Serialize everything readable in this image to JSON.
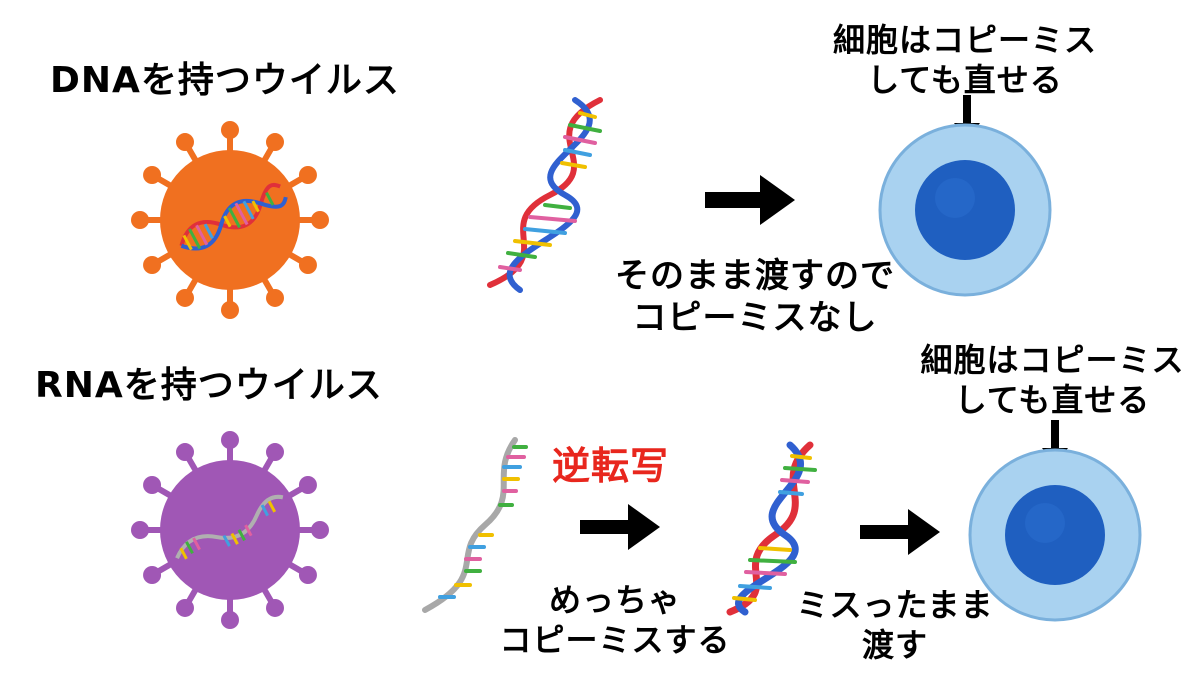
{
  "dna_row": {
    "title": "DNAを持つウイルス",
    "caption_line1": "そのまま渡すので",
    "caption_line2": "コピーミスなし",
    "cell_note_line1": "細胞はコピーミス",
    "cell_note_line2": "しても直せる"
  },
  "rna_row": {
    "title": "RNAを持つウイルス",
    "reverse_transcription": "逆転写",
    "caption_line1": "めっちゃ",
    "caption_line2": "コピーミスする",
    "mistake_line1": "ミスったまま",
    "mistake_line2": "渡す",
    "cell_note_line1": "細胞はコピーミス",
    "cell_note_line2": "しても直せる"
  },
  "colors": {
    "dna_virus": "#f07020",
    "rna_virus": "#a057b5",
    "cell": "#a9d2f0",
    "nucleus": "#1f5fc0",
    "accent_red": "#e8261d"
  },
  "icons": [
    "virus-icon",
    "dna-helix-icon",
    "rna-strand-icon",
    "arrow-right-icon",
    "cell-icon",
    "arrow-down-icon"
  ]
}
